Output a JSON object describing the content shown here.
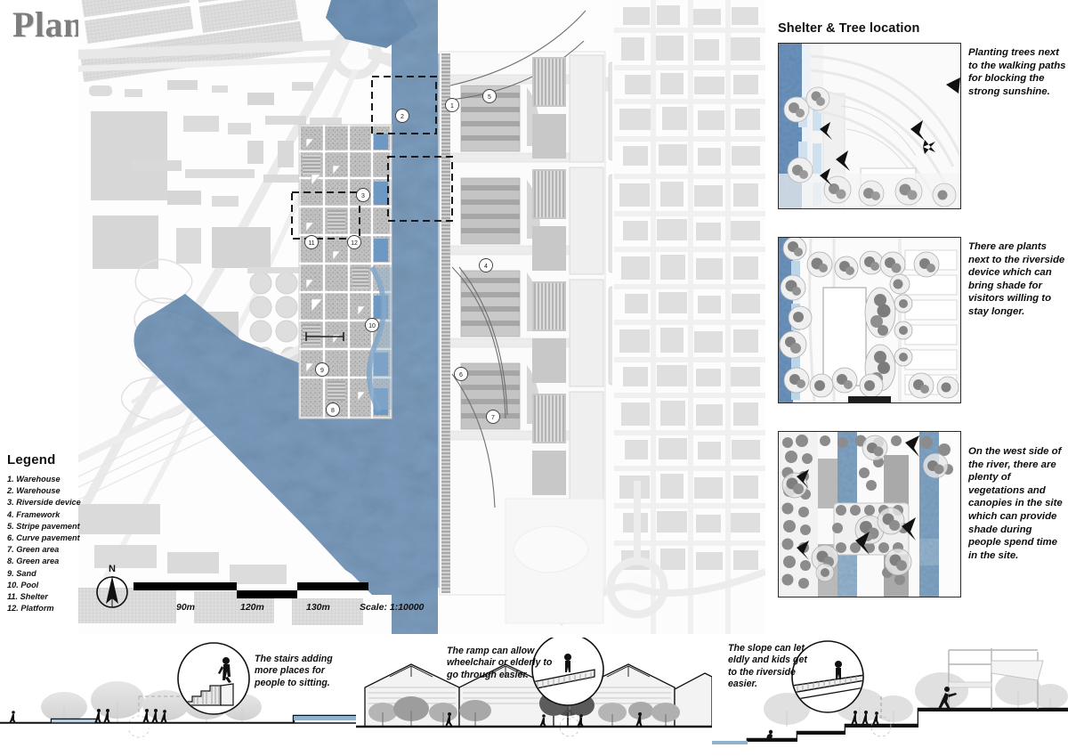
{
  "board": {
    "title": "Plan"
  },
  "legend": {
    "title": "Legend",
    "items": [
      "1. Warehouse",
      "2. Warehouse",
      "3. Riverside device",
      "4. Framework",
      "5. Stripe pavement",
      "6. Curve pavement",
      "7. Green area",
      "8. Green area",
      "9. Sand",
      "10. Pool",
      "11. Shelter",
      "12. Platform"
    ]
  },
  "scalebar": {
    "north_label": "N",
    "ticks": [
      "90m",
      "120m",
      "130m"
    ],
    "scale_text": "Scale: 1:10000"
  },
  "plan": {
    "markers": [
      "1",
      "2",
      "3",
      "4",
      "5",
      "6",
      "7",
      "8",
      "9",
      "10",
      "11",
      "12"
    ],
    "water_color": "#7596b8",
    "ground_color": "#f2f2f2",
    "building_color": "#d9d9d9"
  },
  "right": {
    "title": "Shelter & Tree location",
    "panels": [
      {
        "name": "walking-paths-trees",
        "caption": "Planting trees next to the walking paths for blocking the strong sunshine."
      },
      {
        "name": "riverside-device-plants",
        "caption": "There are plants next to the riverside device which can bring shade for visitors willing to stay longer."
      },
      {
        "name": "west-side-vegetation",
        "caption": "On the west side of the river, there are plenty of vegetations and canopies in the site which can provide shade during people spend time in the site."
      }
    ]
  },
  "sections": [
    {
      "name": "stairs-section",
      "caption": "The stairs adding more places for people to sitting."
    },
    {
      "name": "ramp-section",
      "caption": "The ramp can allow wheelchair or elderly to go through easier."
    },
    {
      "name": "slope-section",
      "caption": "The slope can let eldly and kids get to the riverside easier."
    }
  ]
}
